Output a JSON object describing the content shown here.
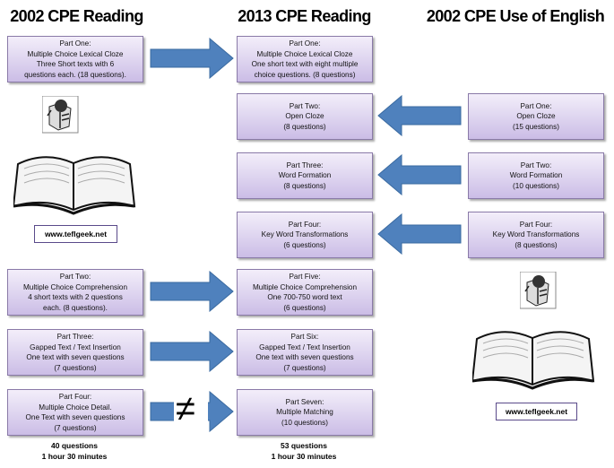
{
  "headings": [
    "2002 CPE Reading",
    "2013 CPE Reading",
    "2002 CPE Use of English"
  ],
  "left": [
    [
      "Part One:",
      "Multiple Choice Lexical Cloze",
      "Three Short texts with 6",
      "questions each.  (18 questions)."
    ],
    [
      "Part Two:",
      "Multiple Choice Comprehension",
      "4 short texts with 2 questions",
      "each.  (8 questions)."
    ],
    [
      "Part Three:",
      "Gapped Text / Text Insertion",
      "One text with seven questions",
      "(7 questions)"
    ],
    [
      "Part Four:",
      "Multiple Choice Detail.",
      "One Text with seven questions",
      "(7 questions)"
    ]
  ],
  "middle": [
    [
      "Part One:",
      "Multiple Choice Lexical Cloze",
      "One short text with eight multiple",
      "choice questions.  (8 questions)"
    ],
    [
      "Part Two:",
      "Open Cloze",
      "(8 questions)"
    ],
    [
      "Part Three:",
      "Word Formation",
      "(8 questions)"
    ],
    [
      "Part Four:",
      "Key Word Transformations",
      "(6 questions)"
    ],
    [
      "Part Five:",
      "Multiple Choice Comprehension",
      "One 700-750 word text",
      "(6 questions)"
    ],
    [
      "Part Six:",
      "Gapped Text / Text Insertion",
      "One text with seven questions",
      "(7 questions)"
    ],
    [
      "Part Seven:",
      "Multiple Matching",
      "(10 questions)"
    ]
  ],
  "right": [
    [
      "Part One:",
      "Open Cloze",
      "(15 questions)"
    ],
    [
      "Part Two:",
      "Word Formation",
      "(10 questions)"
    ],
    [
      "Part Four:",
      "Key Word Transformations",
      "(8 questions)"
    ]
  ],
  "link": "www.teflgeek.net",
  "neq_symbol": "≠",
  "totals": {
    "old": [
      "40 questions",
      "1 hour 30 minutes"
    ],
    "new": [
      "53 questions",
      "1 hour 30 minutes"
    ]
  },
  "colors": {
    "arrow": "#4f81bd",
    "box_top": "#f3eefa",
    "box_bottom": "#cbbde6"
  }
}
